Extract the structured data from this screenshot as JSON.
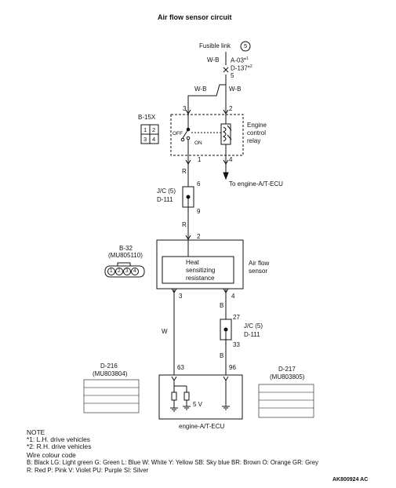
{
  "title": "Air flow sensor circuit",
  "fusible_link": {
    "label": "Fusible link",
    "number": "5"
  },
  "top_connector": {
    "line1": "A-03*",
    "sup1": "1",
    "line2": "D-137*",
    "sup2": "2",
    "pin": "5"
  },
  "wires": {
    "wb": "W-B",
    "r": "R",
    "w": "W",
    "b": "B"
  },
  "relay": {
    "connector_id": "B-15X",
    "pins": [
      "1",
      "2",
      "3",
      "4"
    ],
    "name_lines": [
      "Engine",
      "control",
      "relay"
    ],
    "off_label": "OFF",
    "on_label": "ON",
    "output_label": "To engine-A/T-ECU",
    "pin_top_left": "3",
    "pin_top_right": "2",
    "pin_bottom_left": "1",
    "pin_bottom_right": "4"
  },
  "jc_upper": {
    "name": "J/C (5)",
    "id": "D-111",
    "pin_in": "6",
    "pin_out": "9"
  },
  "sensor": {
    "connector_id": "B-32",
    "part_no": "(MU805110)",
    "pins": [
      "1",
      "2",
      "3",
      "4"
    ],
    "pin_top": "2",
    "inner_lines": [
      "Heat",
      "sensitizing",
      "resistance"
    ],
    "name_lines": [
      "Air flow",
      "sensor"
    ],
    "pin_left": "3",
    "pin_right": "4"
  },
  "jc_lower": {
    "name": "J/C (5)",
    "id": "D-111",
    "pin_in": "27",
    "pin_out": "33"
  },
  "ecu": {
    "pin_left": "63",
    "pin_right": "96",
    "voltage": "5 V",
    "name": "engine-A/T-ECU",
    "conn_left_id": "D-216",
    "conn_left_part": "(MU803804)",
    "conn_right_id": "D-217",
    "conn_right_part": "(MU803805)"
  },
  "note": {
    "heading": "NOTE",
    "lines": [
      "*1: L.H. drive vehicles",
      "*2: R.H. drive vehicles"
    ],
    "wire_heading": "Wire colour code",
    "wire_line1": "B: Black  LG: Light green  G: Green  L: Blue  W: White  Y: Yellow  SB: Sky blue  BR: Brown  O: Orange  GR: Grey",
    "wire_line2": "R: Red  P: Pink  V: Violet  PU: Purple  SI: Silver"
  },
  "figure_code": "AK800924 AC"
}
